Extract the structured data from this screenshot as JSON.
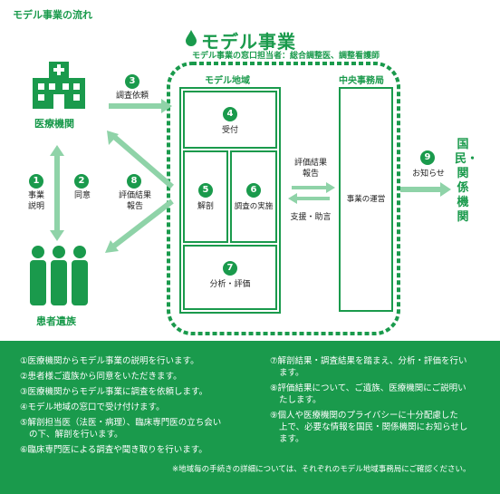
{
  "header": {
    "section_title": "モデル事業の流れ",
    "main_title": "モデル事業",
    "subtitle": "モデル事業の窓口担当者：総合調整医、調整看護師"
  },
  "actors": {
    "medical": "医療機関",
    "family": "患者遺族",
    "public": "国民・関係機関"
  },
  "regions": {
    "model_area": "モデル地域",
    "central_office": "中央事務局"
  },
  "steps": [
    {
      "num": "1",
      "label_line1": "事業",
      "label_line2": "説明"
    },
    {
      "num": "2",
      "label": "同意"
    },
    {
      "num": "3",
      "label": "調査依頼"
    },
    {
      "num": "4",
      "label": "受付"
    },
    {
      "num": "5",
      "label": "解剖"
    },
    {
      "num": "6",
      "label": "調査の実施"
    },
    {
      "num": "7",
      "label": "分析・評価"
    },
    {
      "num": "8",
      "label_line1": "評価結果",
      "label_line2": "報告"
    },
    {
      "num": "9",
      "label": "お知らせ"
    }
  ],
  "central": {
    "operation": "事業の運営",
    "report_line1": "評価結果",
    "report_line2": "報告",
    "support": "支援・助言"
  },
  "notes_left": [
    "①医療機関からモデル事業の説明を行います。",
    "②患者様ご遺族から同意をいただきます。",
    "③医療機関からモデル事業に調査を依頼します。",
    "④モデル地域の窓口で受け付けます。",
    "⑤解剖担当医（法医・病理）、臨床専門医の立ち会い",
    "の下、解剖を行います。",
    "⑥臨床専門医による調査や聞き取りを行います。"
  ],
  "notes_right": [
    "⑦解剖結果・調査結果を踏まえ、分析・評価を行い",
    "ます。",
    "⑧評価結果について、ご遺族、医療機関にご説明い",
    "たします。",
    "⑨個人や医療機関のプライバシーに十分配慮した",
    "上で、必要な情報を国民・関係機関にお知らせし",
    "ます。"
  ],
  "footnote": "※地域毎の手続きの詳細については、それぞれのモデル地域事務局にご確認ください。",
  "colors": {
    "brand": "#1a9a4c",
    "light": "#8fd3a8"
  }
}
